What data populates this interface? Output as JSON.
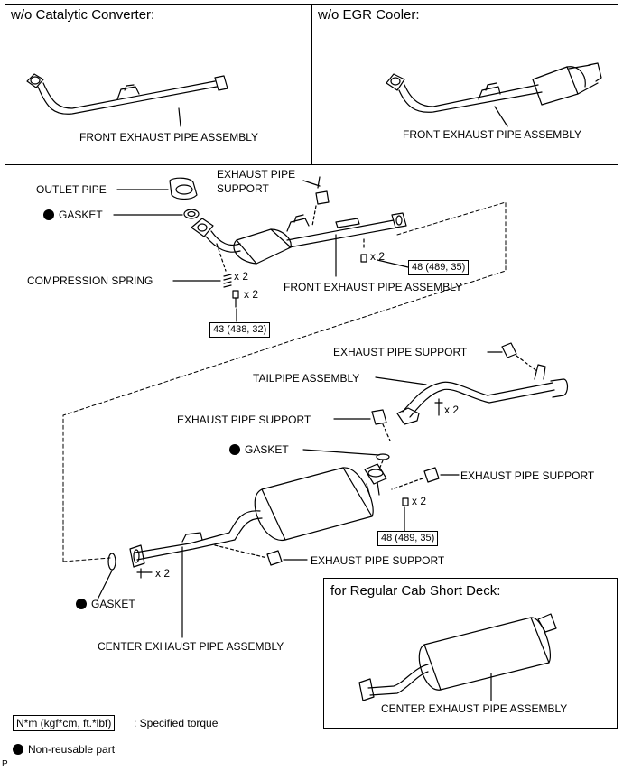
{
  "panels": {
    "top_left_title": "w/o Catalytic Converter:",
    "top_right_title": "w/o EGR Cooler:",
    "top_left_label": "FRONT EXHAUST PIPE ASSEMBLY",
    "top_right_label": "FRONT EXHAUST PIPE ASSEMBLY",
    "inset_title": "for Regular Cab Short Deck:",
    "inset_label": "CENTER EXHAUST PIPE ASSEMBLY"
  },
  "labels": {
    "outlet_pipe": "OUTLET PIPE",
    "gasket_top": "GASKET",
    "exhaust_pipe_support_top_line1": "EXHAUST PIPE",
    "exhaust_pipe_support_top_line2": "SUPPORT",
    "compression_spring": "COMPRESSION SPRING",
    "front_exhaust_pipe": "FRONT EXHAUST PIPE ASSEMBLY",
    "exhaust_pipe_support_tail": "EXHAUST PIPE SUPPORT",
    "tailpipe_assembly": "TAILPIPE ASSEMBLY",
    "exhaust_pipe_support_mid": "EXHAUST PIPE SUPPORT",
    "gasket_mid": "GASKET",
    "exhaust_pipe_support_right": "EXHAUST PIPE SUPPORT",
    "exhaust_pipe_support_low": "EXHAUST PIPE SUPPORT",
    "gasket_low": "GASKET",
    "center_exhaust_pipe": "CENTER EXHAUST PIPE ASSEMBLY"
  },
  "multipliers": {
    "spring_x2": "x 2",
    "bolt_front_x2": "x 2",
    "nut_front_x2": "x 2",
    "tail_bolt_x2": "x 2",
    "muffler_nut_x2": "x 2",
    "center_bolt_x2": "x 2"
  },
  "torques": {
    "front_nut": "48 (489, 35)",
    "front_bolt": "43 (438, 32)",
    "muffler_nut": "48 (489, 35)"
  },
  "legend": {
    "torque_box": "N*m (kgf*cm, ft.*lbf)",
    "torque_desc": ": Specified torque",
    "nonreusable": "Non-reusable part",
    "corner_mark": "P"
  }
}
